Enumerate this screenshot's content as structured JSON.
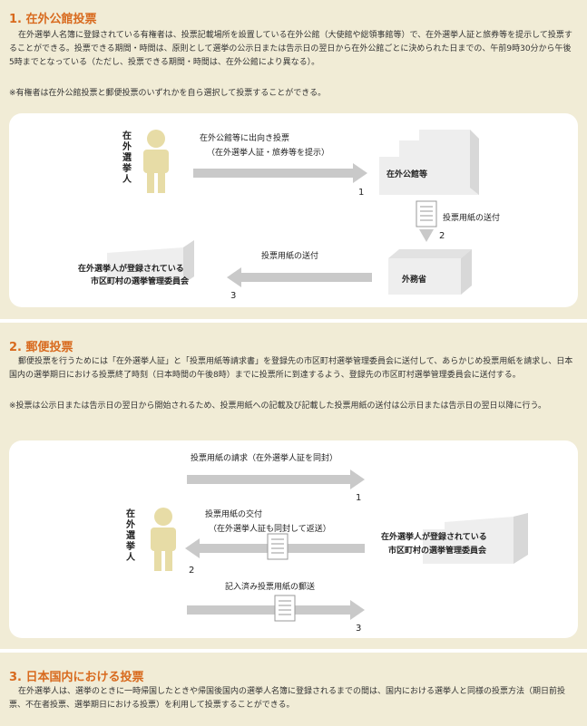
{
  "section1": {
    "title": "1. 在外公館投票",
    "paragraph": "在外選挙人名簿に登録されている有権者は、投票記載場所を設置している在外公館（大使館や総領事館等）で、在外選挙人証と旅券等を提示して投票することができる。投票できる期間・時間は、原則として選挙の公示日または告示日の翌日から在外公館ごとに決められた日までの、午前9時30分から午後5時までとなっている（ただし、投票できる期間・時間は、在外公館により異なる）。",
    "note": "※有権者は在外公館投票と郵便投票のいずれかを自ら選択して投票することができる。",
    "diagram": {
      "voter": "在外選挙人",
      "step1_label_line1": "在外公館等に出向き投票",
      "step1_label_line2": "（在外選挙人証・旅券等を提示）",
      "step1_num": "1",
      "embassy": "在外公館等",
      "step2_label": "投票用紙の送付",
      "step2_num": "2",
      "ministry": "外務省",
      "step3_label": "投票用紙の送付",
      "step3_num": "3",
      "committee_line1": "在外選挙人が登録されている",
      "committee_line2": "市区町村の選挙管理委員会"
    }
  },
  "section2": {
    "title": "2. 郵便投票",
    "paragraph": "郵便投票を行うためには「在外選挙人証」と「投票用紙等請求書」を登録先の市区町村選挙管理委員会に送付して、あらかじめ投票用紙を請求し、日本国内の選挙期日における投票終了時刻（日本時間の午後8時）までに投票所に到達するよう、登録先の市区町村選挙管理委員会に送付する。",
    "note": "※投票は公示日または告示日の翌日から開始されるため、投票用紙への記載及び記載した投票用紙の送付は公示日または告示日の翌日以降に行う。",
    "diagram": {
      "voter": "在外選挙人",
      "step1_label": "投票用紙の請求（在外選挙人証を同封）",
      "step1_num": "1",
      "step2_label_line1": "投票用紙の交付",
      "step2_label_line2": "（在外選挙人証も同封して返送）",
      "step2_num": "2",
      "step3_label": "記入済み投票用紙の郵送",
      "step3_num": "3",
      "committee_line1": "在外選挙人が登録されている",
      "committee_line2": "市区町村の選挙管理委員会"
    }
  },
  "section3": {
    "title": "3. 日本国内における投票",
    "paragraph": "在外選挙人は、選挙のときに一時帰国したときや帰国後国内の選挙人名簿に登録されるまでの間は、国内における選挙人と同様の投票方法（期日前投票、不在者投票、選挙期日における投票）を利用して投票することができる。"
  },
  "colors": {
    "background": "#f1ecd6",
    "title": "#d86a1e",
    "arrow": "#c9c9c9",
    "person": "#e7dca6",
    "building": "#eeeeee"
  }
}
